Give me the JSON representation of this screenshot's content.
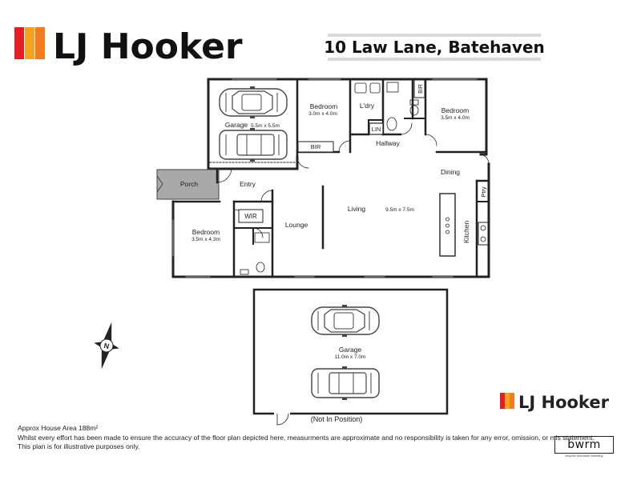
{
  "brand": {
    "name_main": "LJ Hooker",
    "name_small": "LJ Hooker",
    "colors": [
      "#e31e24",
      "#f6a31b",
      "#f47b20"
    ]
  },
  "address": "10 Law Lane, Batehaven",
  "rooms": {
    "garage1_name": "Garage",
    "garage1_dim": "5.5m x 5.5m",
    "bed1_name": "Bedroom",
    "bed1_dim": "3.0m x 4.0m",
    "laundry": "L'dry",
    "linen": "LIN",
    "bir_top": "BIR",
    "bir_left": "BIR",
    "bed2_name": "Bedroom",
    "bed2_dim": "3.5m x 4.0m",
    "hallway": "Hallway",
    "dining": "Dining",
    "pantry": "Ptry",
    "kitchen": "Kitchen",
    "porch": "Porch",
    "entry": "Entry",
    "living": "Living",
    "living_dim": "9.5m x 7.5m",
    "lounge": "Lounge",
    "wir": "WIR",
    "bed3_name": "Bedroom",
    "bed3_dim": "3.5m x 4.3m",
    "garage2_name": "Garage",
    "garage2_dim": "11.0m x 7.0m",
    "not_in_position": "(Not In Position)"
  },
  "compass": "N",
  "footer": {
    "area": "Approx House Area 188m²",
    "disclaimer": "Whilst every effort has been made to ensure the accuracy of the floor plan depicted here, measurments are approximate and no responsibility is taken for any error, omission, or mis statement.",
    "note": "This plan is for illustrative purposes only."
  },
  "bwrm": {
    "logo": "bwrm",
    "tagline": "bespoke real estate marketing"
  }
}
